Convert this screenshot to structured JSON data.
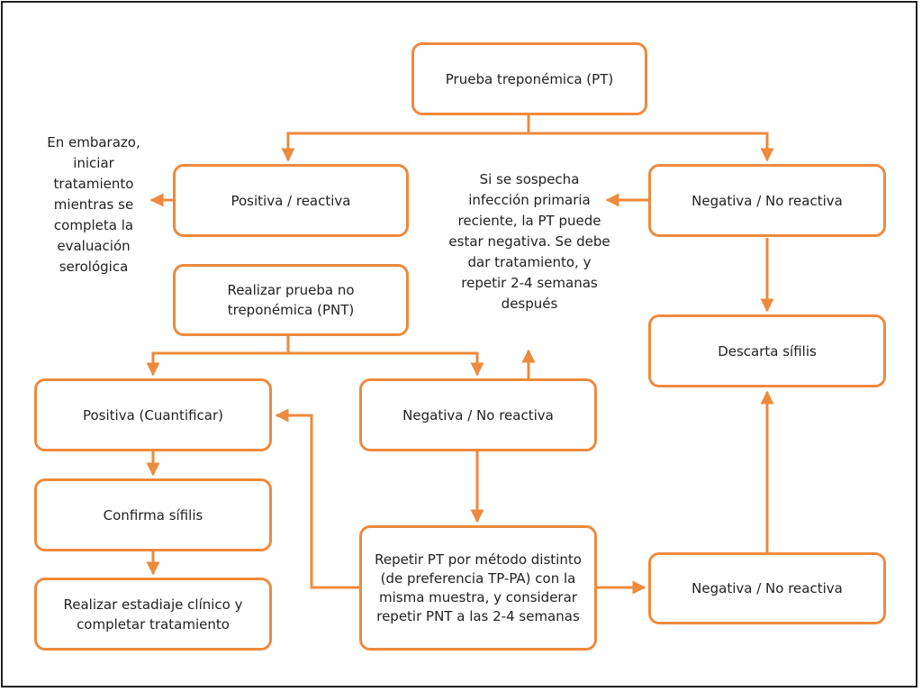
{
  "colors": {
    "accent": "#ee8a3c",
    "text": "#222222",
    "border": "#222222"
  },
  "nodes": {
    "pt": "Prueba treponémica (PT)",
    "pt_positive": "Positiva / reactiva",
    "pt_negative": "Negativa / No reactiva",
    "pnt": "Realizar prueba no treponémica (PNT)",
    "descarta": "Descarta sífilis",
    "pnt_positive": "Positiva (Cuantificar)",
    "pnt_negative": "Negativa / No reactiva",
    "confirma": "Confirma sífilis",
    "estadiaje": "Realizar estadiaje clínico y completar tratamiento",
    "repetir": "Repetir PT por método distinto (de preferencia TP-PA) con la misma muestra, y considerar repetir PNT a las 2-4 semanas",
    "repeat_negative": "Negativa / No reactiva"
  },
  "notes": {
    "embarazo": "En embarazo, iniciar tratamiento mientras se completa la evaluación serológica",
    "primaria": "Si se sospecha infección primaria reciente, la PT puede estar negativa. Se debe dar tratamiento, y repetir 2-4 semanas después"
  }
}
